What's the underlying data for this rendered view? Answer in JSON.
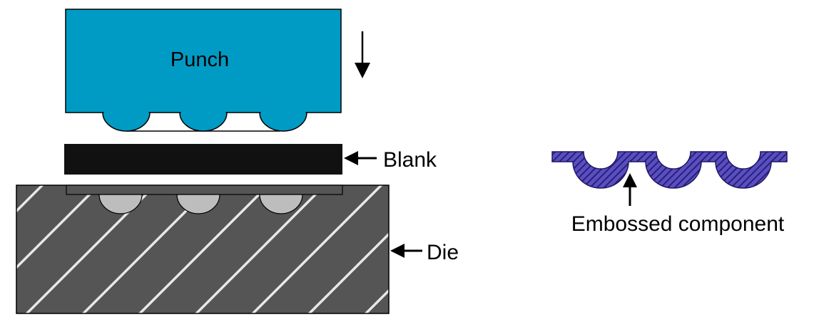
{
  "labels": {
    "punch": "Punch",
    "blank": "Blank",
    "die": "Die",
    "embossed_component": "Embossed component"
  },
  "colors": {
    "punch_fill": "#009bc4",
    "punch_stroke": "#000000",
    "blank_fill": "#111111",
    "die_fill": "#555555",
    "die_hatch": "#e8e8e8",
    "die_cavity": "#bdbdbd",
    "component_fill": "#5a4fc0",
    "component_hatch": "#2a1f7a"
  },
  "icons": {
    "motion_arrow": "arrow-down-icon",
    "pointer_arrow": "arrow-left-icon",
    "component_pointer": "arrow-up-icon"
  }
}
